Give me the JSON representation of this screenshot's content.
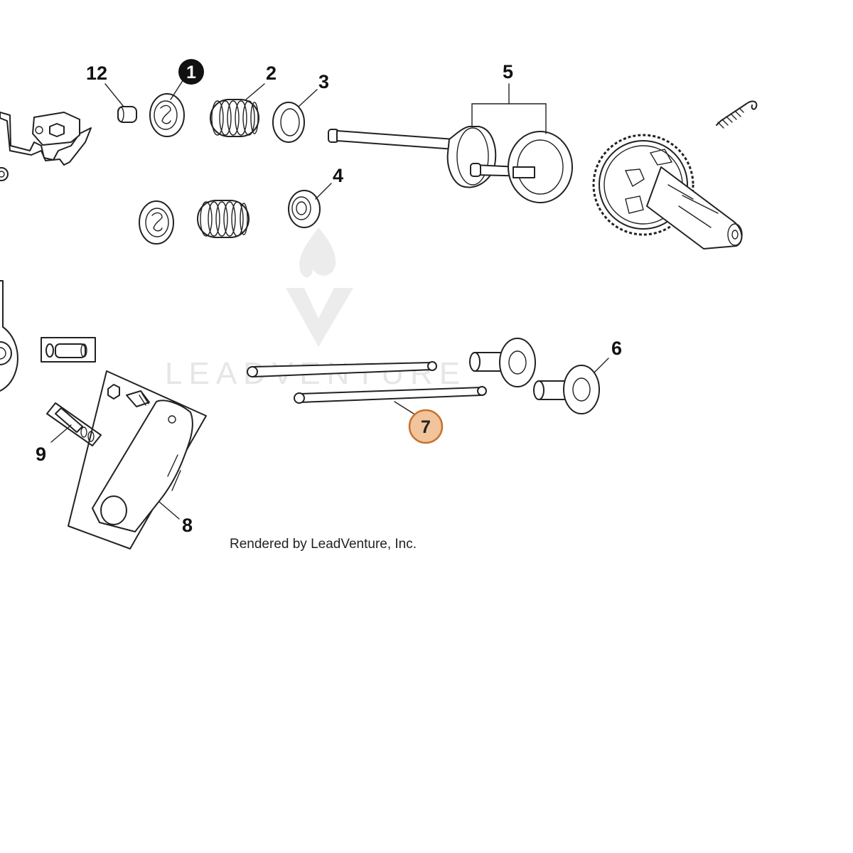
{
  "callouts": [
    {
      "id": "12",
      "text": "12",
      "style": "plain"
    },
    {
      "id": "1",
      "text": "1",
      "style": "filled"
    },
    {
      "id": "2",
      "text": "2",
      "style": "plain"
    },
    {
      "id": "3",
      "text": "3",
      "style": "plain"
    },
    {
      "id": "4",
      "text": "4",
      "style": "plain"
    },
    {
      "id": "5",
      "text": "5",
      "style": "plain"
    },
    {
      "id": "6",
      "text": "6",
      "style": "plain"
    },
    {
      "id": "7",
      "text": "7",
      "style": "highlighted"
    },
    {
      "id": "8",
      "text": "8",
      "style": "plain"
    },
    {
      "id": "9",
      "text": "9",
      "style": "plain"
    }
  ],
  "watermark": {
    "text": "LEADVENTURE"
  },
  "credit": "Rendered by LeadVenture, Inc.",
  "colors": {
    "highlight_fill": "#f2c49b",
    "highlight_stroke": "#c8722e",
    "line": "#222222"
  }
}
